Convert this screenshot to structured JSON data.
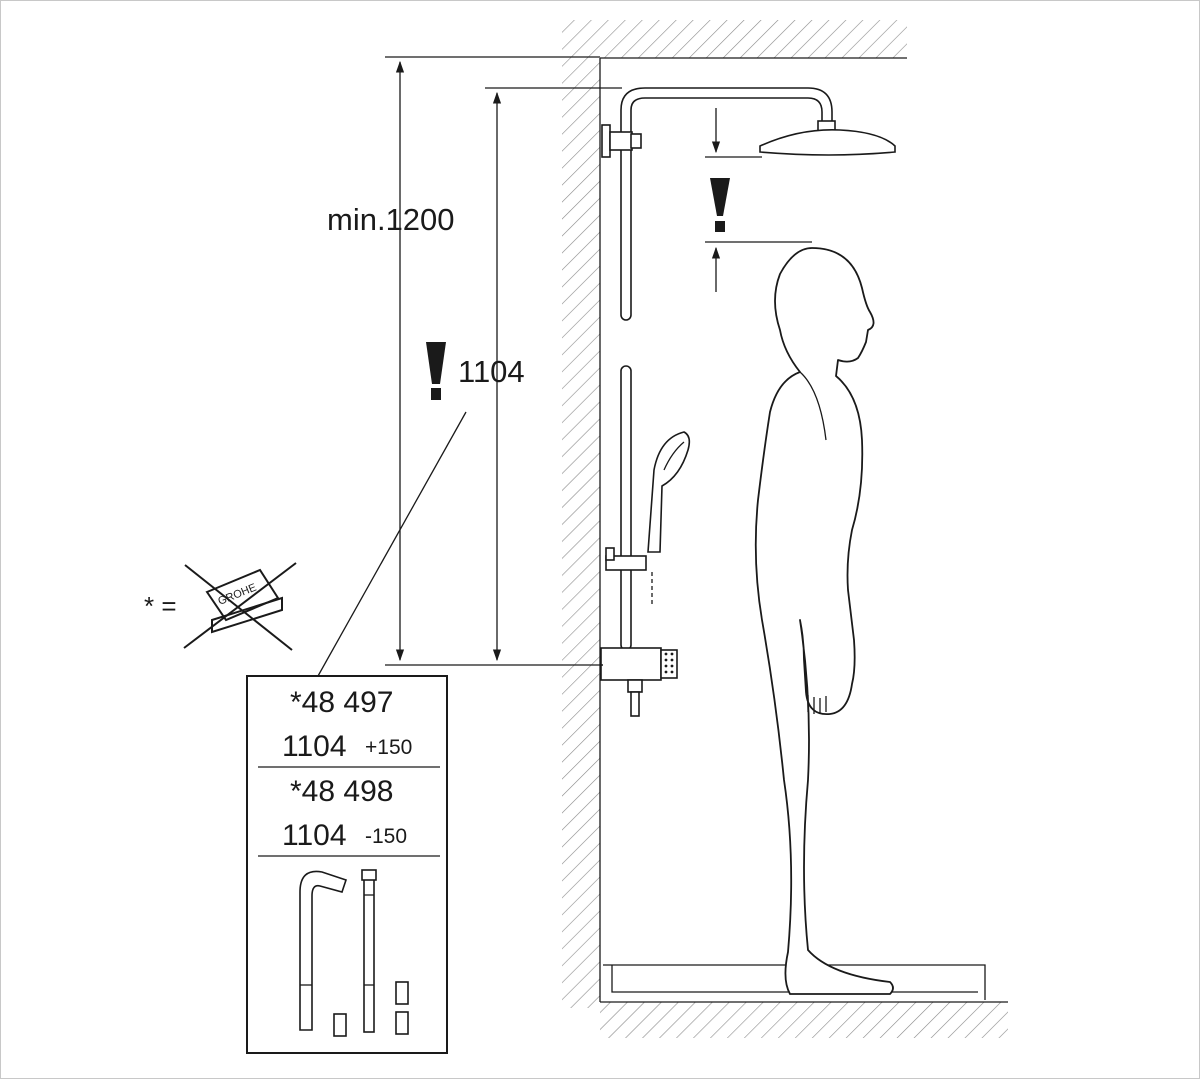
{
  "dimensions": {
    "min_height_label": "min.1200",
    "bar_height_label": "1104",
    "warning_glyph": "exclamation-icon"
  },
  "legend": {
    "asterisk_eq": "* ="
  },
  "variants": [
    {
      "code": "*48 497",
      "value": "1104",
      "tolerance": "+150"
    },
    {
      "code": "*48 498",
      "value": "1104",
      "tolerance": "-150"
    }
  ],
  "colors": {
    "line": "#1a1a1a",
    "hatch": "#8a8a8a",
    "background": "#ffffff"
  }
}
